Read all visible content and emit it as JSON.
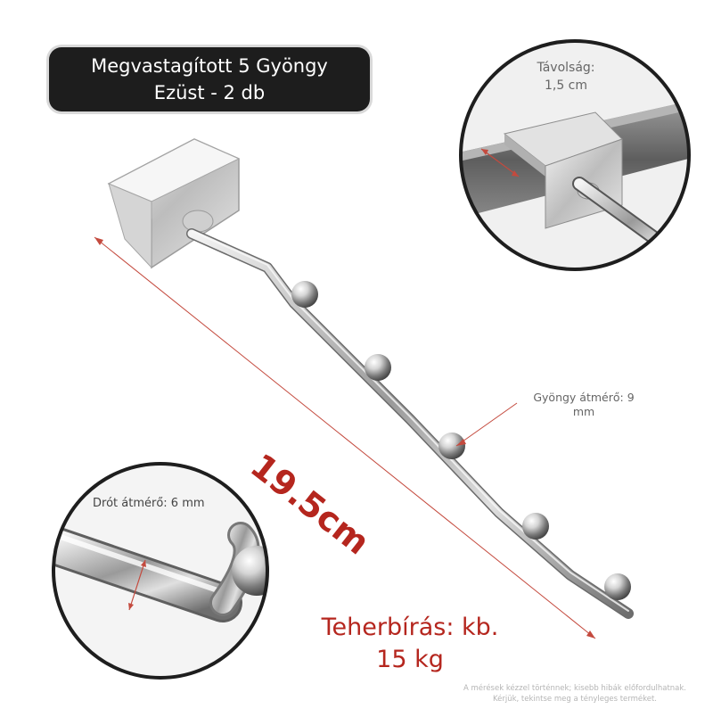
{
  "title": {
    "line1": "Megvastagított 5 Gyöngy",
    "line2": "Ezüst - 2 db"
  },
  "callouts": {
    "distance_label": "Távolság:",
    "distance_value": "1,5 cm",
    "pearl_diameter_line1": "Gyöngy átmérő: 9",
    "pearl_diameter_line2": "mm",
    "wire_diameter": "Drót átmérő: 6 mm"
  },
  "dimensions": {
    "length": "19.5cm"
  },
  "load": {
    "line1": "Teherbírás: kb.",
    "line2": "15 kg"
  },
  "disclaimer": {
    "line1": "A mérések kézzel történnek; kisebb hibák előfordulhatnak.",
    "line2": "Kérjük, tekintse meg a tényleges terméket."
  },
  "colors": {
    "badge_bg": "#1d1d1d",
    "accent_red": "#b5261e",
    "annotation_gray": "#666666"
  },
  "pearl_count": 5
}
